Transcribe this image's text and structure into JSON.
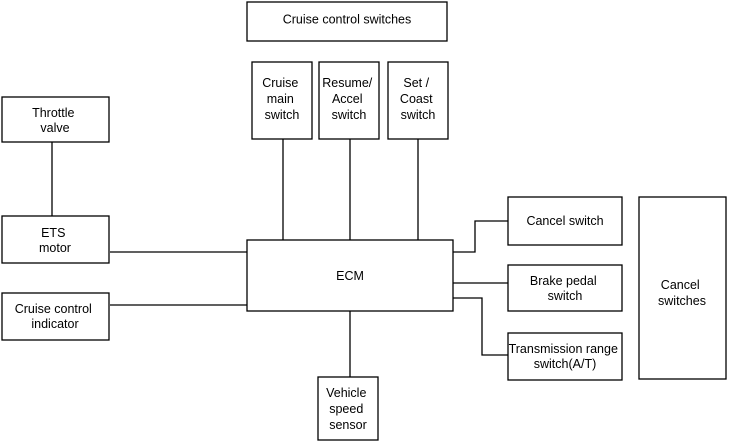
{
  "diagram": {
    "nodes": {
      "cruise_control_switches": [
        "Cruise control switches"
      ],
      "cruise_main_switch": [
        "Cruise",
        "main",
        "switch"
      ],
      "resume_accel_switch": [
        "Resume/",
        "Accel",
        "switch"
      ],
      "set_coast_switch": [
        "Set /",
        "Coast",
        "switch"
      ],
      "throttle_valve": [
        "Throttle",
        "valve"
      ],
      "ets_motor": [
        "ETS",
        "motor"
      ],
      "cruise_control_indicator": [
        "Cruise control",
        "indicator"
      ],
      "ecm": [
        "ECM"
      ],
      "vehicle_speed_sensor": [
        "Vehicle",
        "speed",
        "sensor"
      ],
      "cancel_switch": [
        "Cancel switch"
      ],
      "brake_pedal_switch": [
        "Brake pedal",
        "switch"
      ],
      "transmission_range_switch": [
        "Transmission range",
        "switch(A/T)"
      ],
      "cancel_switches": [
        "Cancel",
        "switches"
      ]
    },
    "connections": [
      [
        "cruise_main_switch",
        "ecm"
      ],
      [
        "resume_accel_switch",
        "ecm"
      ],
      [
        "set_coast_switch",
        "ecm"
      ],
      [
        "throttle_valve",
        "ets_motor"
      ],
      [
        "ets_motor",
        "ecm"
      ],
      [
        "cruise_control_indicator",
        "ecm"
      ],
      [
        "ecm",
        "vehicle_speed_sensor"
      ],
      [
        "ecm",
        "cancel_switch"
      ],
      [
        "ecm",
        "brake_pedal_switch"
      ],
      [
        "ecm",
        "transmission_range_switch"
      ]
    ]
  },
  "colors": {
    "line": "#000000",
    "background": "#ffffff"
  }
}
